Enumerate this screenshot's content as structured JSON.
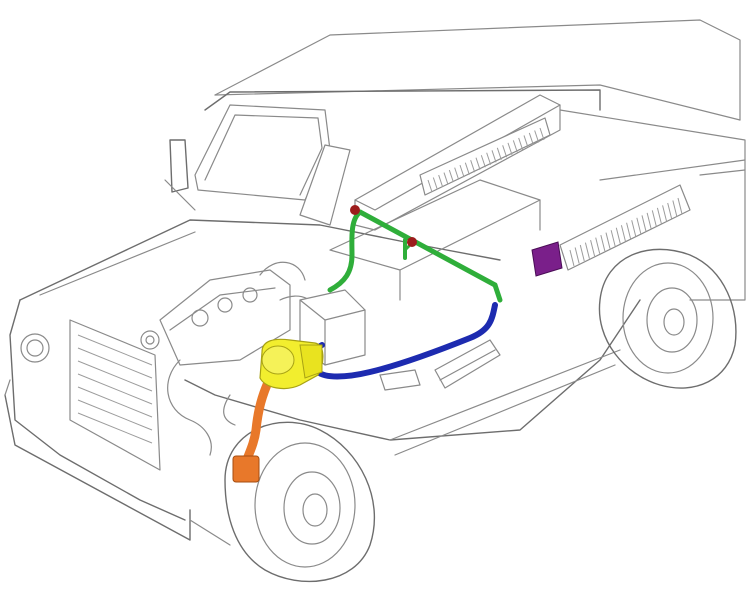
{
  "diagram": {
    "components": [
      {
        "id": "pump",
        "icon": "yellow-pump-unit",
        "color": "#f2ee2e"
      },
      {
        "id": "reservoir-pipe",
        "icon": "orange-pipe",
        "color": "#e8782a"
      },
      {
        "id": "blue-line",
        "icon": "blue-hose",
        "color": "#1d2bb0"
      },
      {
        "id": "green-line",
        "icon": "green-hose",
        "color": "#2fae3a"
      },
      {
        "id": "valve",
        "icon": "purple-valve-block",
        "color": "#7a1f8a"
      },
      {
        "id": "connectors",
        "icon": "red-connectors",
        "color": "#9c1c1c"
      }
    ],
    "outline_color": "#8a8a8a",
    "background": "#ffffff"
  }
}
